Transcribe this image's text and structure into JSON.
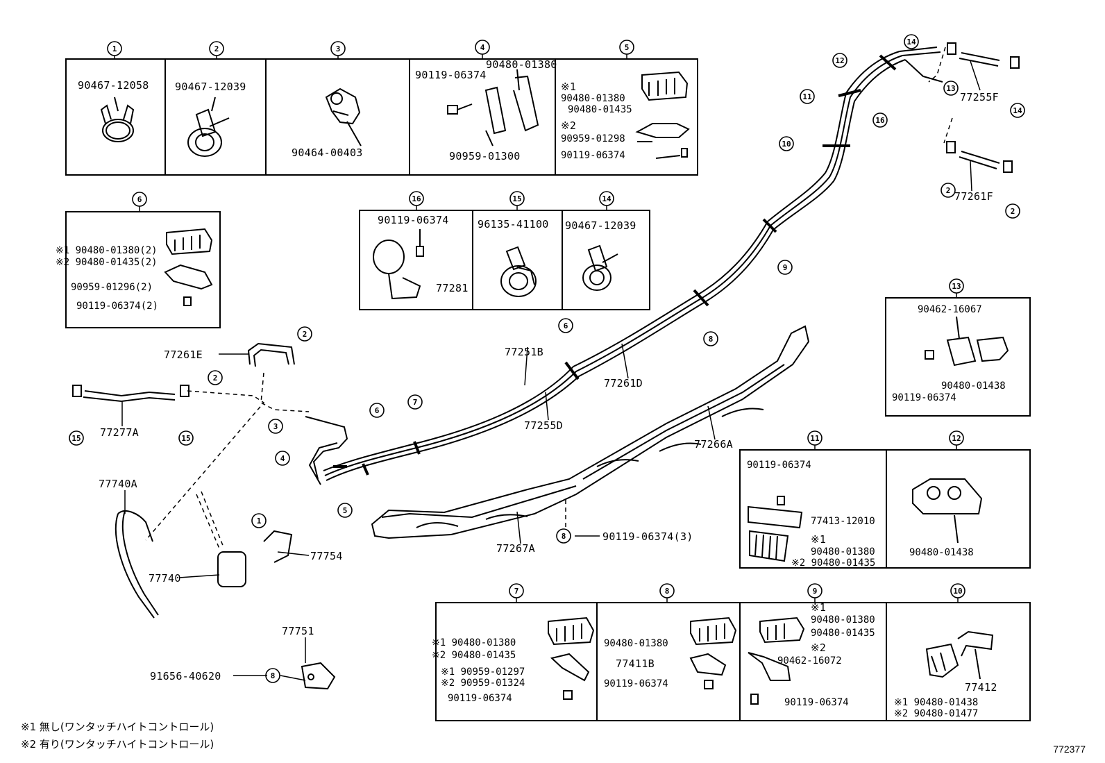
{
  "title": "",
  "diagram_code": "772377",
  "notes": [
    "※1 無し(ワンタッチハイトコントロール)",
    "※2 有り(ワンタッチハイトコントロール)"
  ],
  "inset_boxes": [
    {
      "num": "1",
      "labels": [
        "90467-12058"
      ]
    },
    {
      "num": "2",
      "labels": [
        "90467-12039"
      ]
    },
    {
      "num": "3",
      "labels": [
        "90464-00403"
      ]
    },
    {
      "num": "4",
      "labels": [
        "90480-01380",
        "90119-06374",
        "90959-01300"
      ]
    },
    {
      "num": "5",
      "labels": [
        "※1",
        "90480-01380",
        "90480-01435",
        "※2",
        "90959-01298",
        "90119-06374"
      ]
    },
    {
      "num": "6",
      "labels": [
        "※1 90480-01380(2)",
        "※2 90480-01435(2)",
        "90959-01296(2)",
        "90119-06374(2)"
      ]
    },
    {
      "num": "16",
      "labels": [
        "90119-06374",
        "77281"
      ]
    },
    {
      "num": "15",
      "labels": [
        "96135-41100"
      ]
    },
    {
      "num": "14",
      "labels": [
        "90467-12039"
      ]
    },
    {
      "num": "13",
      "labels": [
        "90462-16067",
        "90480-01438",
        "90119-06374"
      ]
    },
    {
      "num": "11",
      "labels": [
        "90119-06374",
        "77413-12010",
        "※1",
        "90480-01380",
        "※2 90480-01435"
      ]
    },
    {
      "num": "12",
      "labels": [
        "90480-01438"
      ]
    },
    {
      "num": "7",
      "labels": [
        "※1 90480-01380",
        "※2 90480-01435",
        "※1 90959-01297",
        "※2 90959-01324",
        "90119-06374"
      ]
    },
    {
      "num": "8",
      "labels": [
        "90480-01380",
        "77411B",
        "90119-06374"
      ]
    },
    {
      "num": "9",
      "labels": [
        "※1",
        "90480-01380",
        "90480-01435",
        "※2",
        "90462-16072",
        "90119-06374"
      ]
    },
    {
      "num": "10",
      "labels": [
        "77412",
        "※1 90480-01438",
        "※2 90480-01477"
      ]
    }
  ],
  "main_labels": {
    "p77255F": "77255F",
    "p77261F": "77261F",
    "p77251B": "77251B",
    "p77255D": "77255D",
    "p77261D": "77261D",
    "p77266A": "77266A",
    "p77267A": "77267A",
    "p90119_3": "90119-06374(3)",
    "p77261E": "77261E",
    "p77277A": "77277A",
    "p77740A": "77740A",
    "p77740": "77740",
    "p77754": "77754",
    "p77751": "77751",
    "p91656": "91656-40620"
  },
  "callouts": [
    "1",
    "2",
    "3",
    "4",
    "5",
    "6",
    "7",
    "8",
    "9",
    "10",
    "11",
    "12",
    "13",
    "14",
    "15",
    "16"
  ]
}
